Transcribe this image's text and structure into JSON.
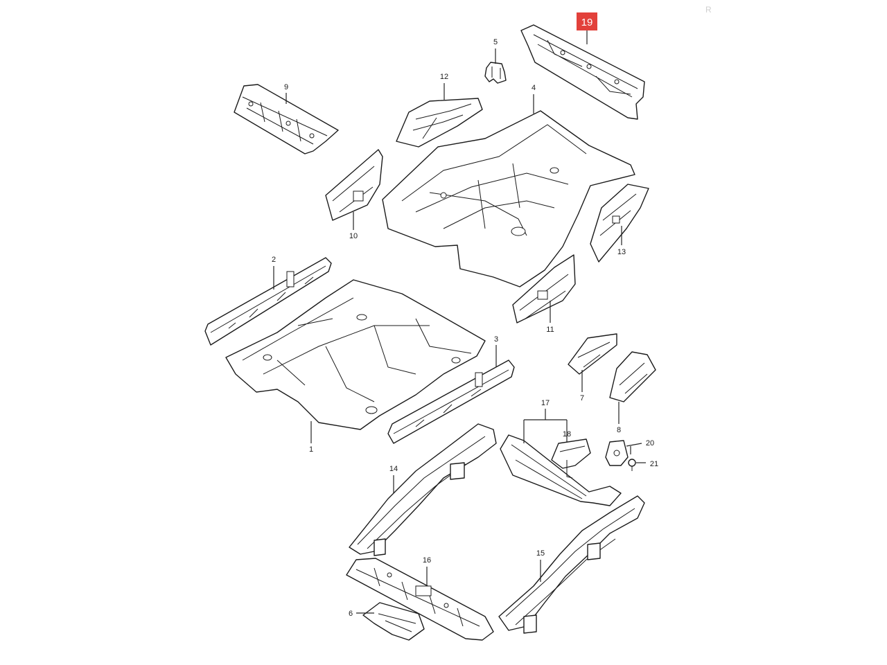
{
  "diagram": {
    "highlighted_part": "19",
    "highlight_color": "#e2413b",
    "corner_mark": "R",
    "callouts": [
      "1",
      "2",
      "3",
      "4",
      "5",
      "6",
      "7",
      "8",
      "9",
      "10",
      "11",
      "12",
      "13",
      "14",
      "15",
      "16",
      "17",
      "18",
      "19",
      "20",
      "21"
    ]
  }
}
